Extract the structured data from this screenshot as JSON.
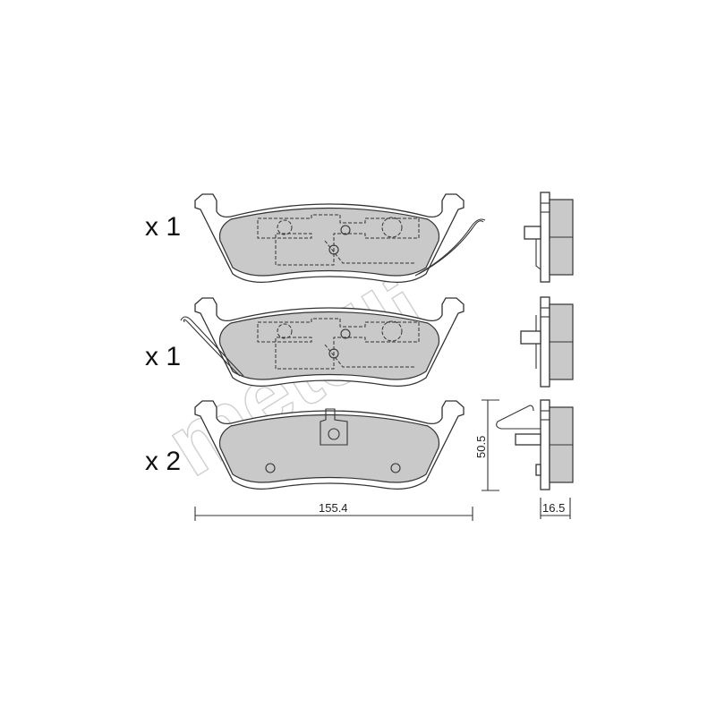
{
  "watermark": {
    "text": "metelli"
  },
  "pads": [
    {
      "quantity_label": "x 1",
      "variant": "with-wear-sensor-right"
    },
    {
      "quantity_label": "x 1",
      "variant": "with-wear-sensor-left"
    },
    {
      "quantity_label": "x 2",
      "variant": "with-clip"
    }
  ],
  "dimensions": {
    "width": "155.4",
    "height": "50.5",
    "thickness": "16.5"
  },
  "colors": {
    "friction_material": "#c9c9c9",
    "line": "#333333"
  }
}
